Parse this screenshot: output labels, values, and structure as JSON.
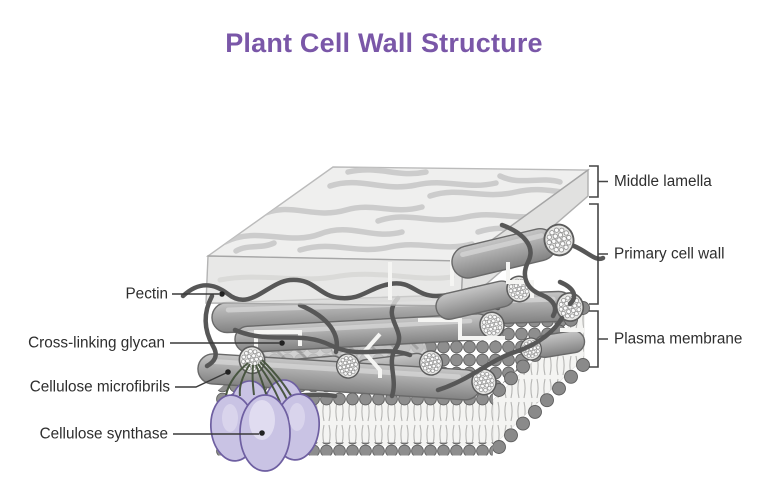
{
  "title": {
    "text": "Plant Cell Wall Structure",
    "color": "#7a57a8"
  },
  "labels": {
    "left": [
      {
        "id": "pectin",
        "text": "Pectin"
      },
      {
        "id": "cross-linking-glycan",
        "text": "Cross-linking glycan"
      },
      {
        "id": "cellulose-microfibrils",
        "text": "Cellulose microfibrils"
      },
      {
        "id": "cellulose-synthase",
        "text": "Cellulose synthase"
      }
    ],
    "right": [
      {
        "id": "middle-lamella",
        "text": "Middle lamella"
      },
      {
        "id": "primary-cell-wall",
        "text": "Primary cell wall"
      },
      {
        "id": "plasma-membrane",
        "text": "Plasma membrane"
      }
    ]
  },
  "colors": {
    "title_purple": "#7a57a8",
    "synthase_fill": "#c9c3e4",
    "synthase_outline": "#6e5fa1",
    "cellulose_fiber_green": "#44523c",
    "cylinder_gray": "#a6a6a6",
    "pectin_strand_dark": "#575757",
    "glycan_white": "#f5f5f3",
    "membrane_head_gray": "#8e8e8e",
    "lamella_tint": "#e9e9e8",
    "label_text": "#2e2e2e"
  }
}
